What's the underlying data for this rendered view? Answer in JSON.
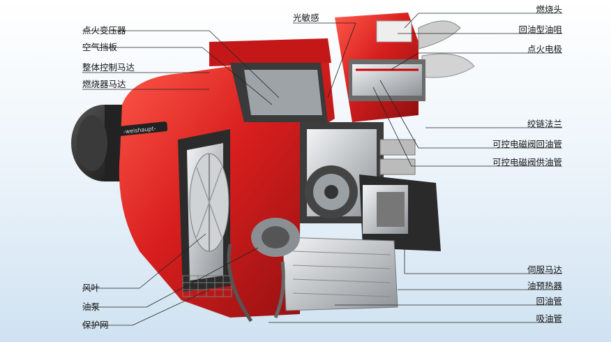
{
  "labels_left": [
    {
      "id": "ignition-transformer",
      "text": "点火变压器"
    },
    {
      "id": "air-damper",
      "text": "空气挡板"
    },
    {
      "id": "overall-control-motor",
      "text": "整体控制马达"
    },
    {
      "id": "burner-motor",
      "text": "燃烧器马达"
    },
    {
      "id": "fan-blade",
      "text": "风叶"
    },
    {
      "id": "oil-pump",
      "text": "油泵"
    },
    {
      "id": "protective-mesh",
      "text": "保护网"
    }
  ],
  "labels_top": [
    {
      "id": "photo-sensor",
      "text": "光敏感"
    }
  ],
  "labels_right": [
    {
      "id": "combustion-head",
      "text": "燃烧头"
    },
    {
      "id": "return-oil-nozzle",
      "text": "回油型油咀"
    },
    {
      "id": "ignition-electrode",
      "text": "点火电极"
    },
    {
      "id": "hinge-flange",
      "text": "绞链法兰"
    },
    {
      "id": "solenoid-return-pipe",
      "text": "可控电磁阀回油管"
    },
    {
      "id": "solenoid-supply-pipe",
      "text": "可控电磁阀供油管"
    },
    {
      "id": "servo-motor",
      "text": "伺服马达"
    },
    {
      "id": "oil-preheater",
      "text": "油预热器"
    },
    {
      "id": "return-oil-pipe",
      "text": "回油管"
    },
    {
      "id": "suction-oil-pipe",
      "text": "吸油管"
    }
  ],
  "brand_text": "-weishaupt-",
  "colors": {
    "body_red": "#d81e1e",
    "dark": "#2a2a2a",
    "metal": "#b8bcc0"
  }
}
